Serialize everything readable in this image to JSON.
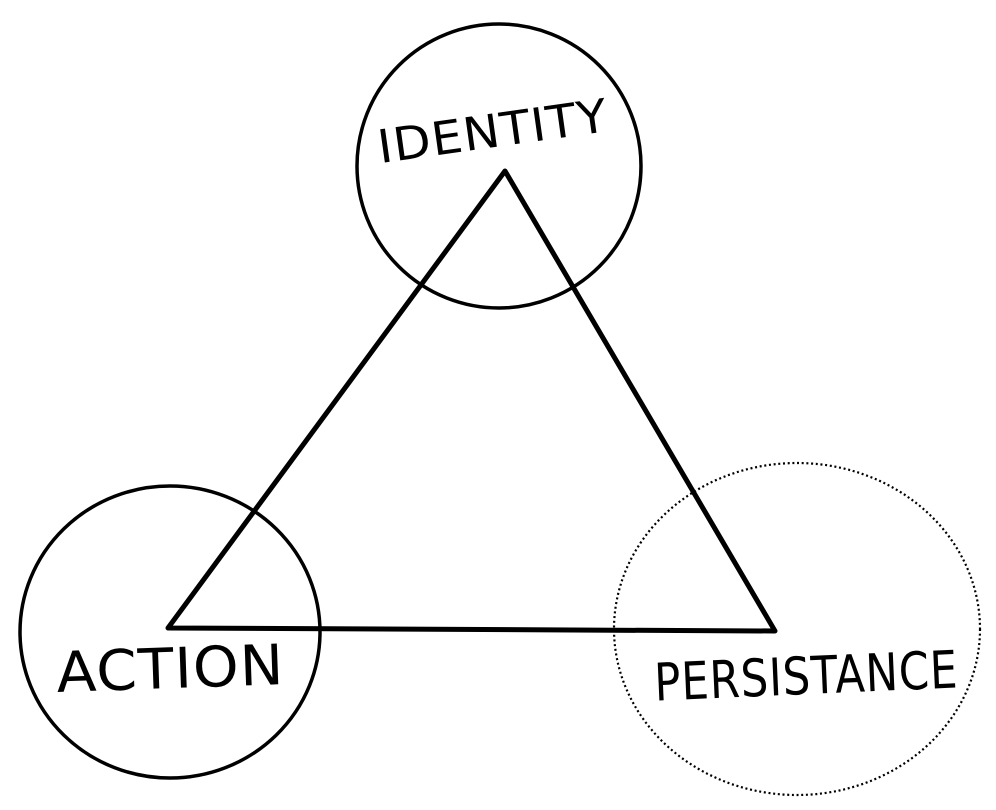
{
  "diagram": {
    "background_color": "#ffffff",
    "ink_color": "#000000",
    "style": "hand-drawn sketch, black ink on white",
    "nodes": [
      {
        "id": "identity",
        "label": "IDENTITY",
        "shape": "circle",
        "border_style": "solid",
        "position": "top"
      },
      {
        "id": "action",
        "label": "ACTION",
        "shape": "circle",
        "border_style": "solid",
        "position": "bottom-left"
      },
      {
        "id": "persistance",
        "label": "PERSISTANCE",
        "shape": "circle",
        "border_style": "dotted",
        "position": "bottom-right"
      }
    ],
    "connector": {
      "type": "triangle",
      "description": "solid triangle whose vertices meet at the centers of the three circles",
      "connects": "identity, action, persistance"
    }
  }
}
